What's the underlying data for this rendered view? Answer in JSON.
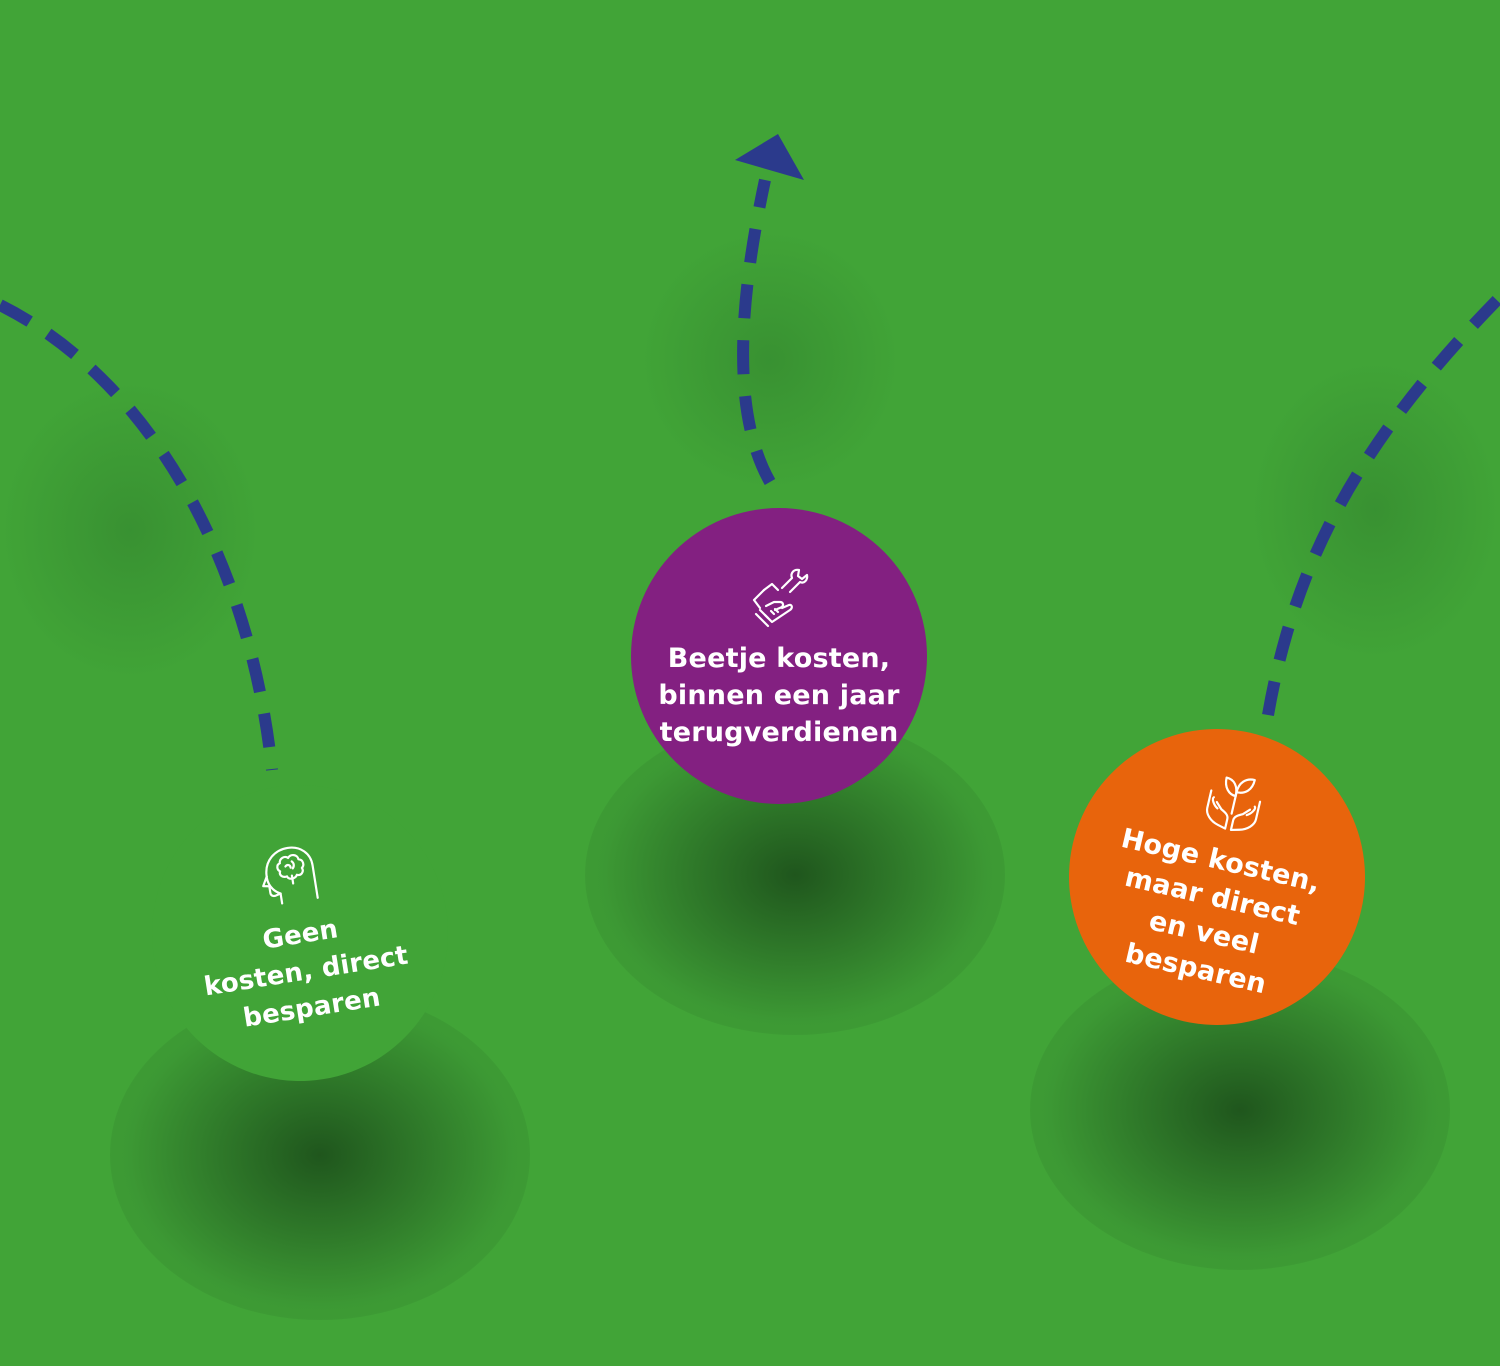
{
  "colors": {
    "background": "#41a437",
    "path": "#2b3a8c",
    "green_circle": "#41a437",
    "purple_circle": "#832081",
    "orange_circle": "#e8640c",
    "text": "#ffffff"
  },
  "circles": [
    {
      "id": "green",
      "color": "#41a437",
      "icon": "brain-head-icon",
      "label": "Geen\nkosten, direct\nbesparen"
    },
    {
      "id": "purple",
      "color": "#832081",
      "icon": "hand-wrench-icon",
      "label": "Beetje kosten,\nbinnen een jaar\nterugverdienen"
    },
    {
      "id": "orange",
      "color": "#e8640c",
      "icon": "hands-plant-icon",
      "label": "Hoge kosten,\nmaar direct\nen veel\nbesparen"
    }
  ]
}
